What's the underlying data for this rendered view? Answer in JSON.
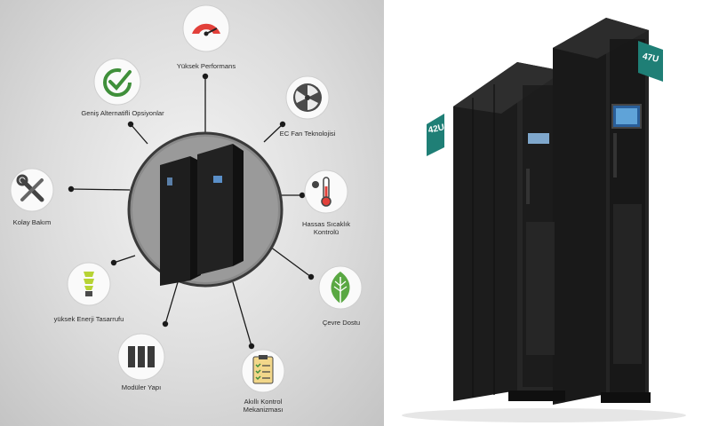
{
  "features": [
    {
      "label": "Yüksek Performans",
      "icon": "gauge-icon"
    },
    {
      "label": "EC Fan Teknolojisi",
      "icon": "fan-icon"
    },
    {
      "label": "Hassas Sıcaklık\nKontrolü",
      "icon": "thermometer-icon"
    },
    {
      "label": "Çevre Dostu",
      "icon": "leaf-icon"
    },
    {
      "label": "Akıllı Kontrol\nMekanizması",
      "icon": "clipboard-checklist-icon"
    },
    {
      "label": "Modüler Yapı",
      "icon": "modules-icon"
    },
    {
      "label": "yüksek Enerji Tasarrufu",
      "icon": "energy-bulb-icon"
    },
    {
      "label": "Kolay Bakım",
      "icon": "tools-icon"
    },
    {
      "label": "Geniş Alternatifli Opsiyonlar",
      "icon": "checkmark-icon"
    }
  ],
  "badges": {
    "small": "42U",
    "large": "47U"
  },
  "colors": {
    "accent_green": "#3f8f3a",
    "badge_teal": "#1f7f76",
    "gauge_red": "#e2403a",
    "cabinet": "#1c1c1c"
  }
}
